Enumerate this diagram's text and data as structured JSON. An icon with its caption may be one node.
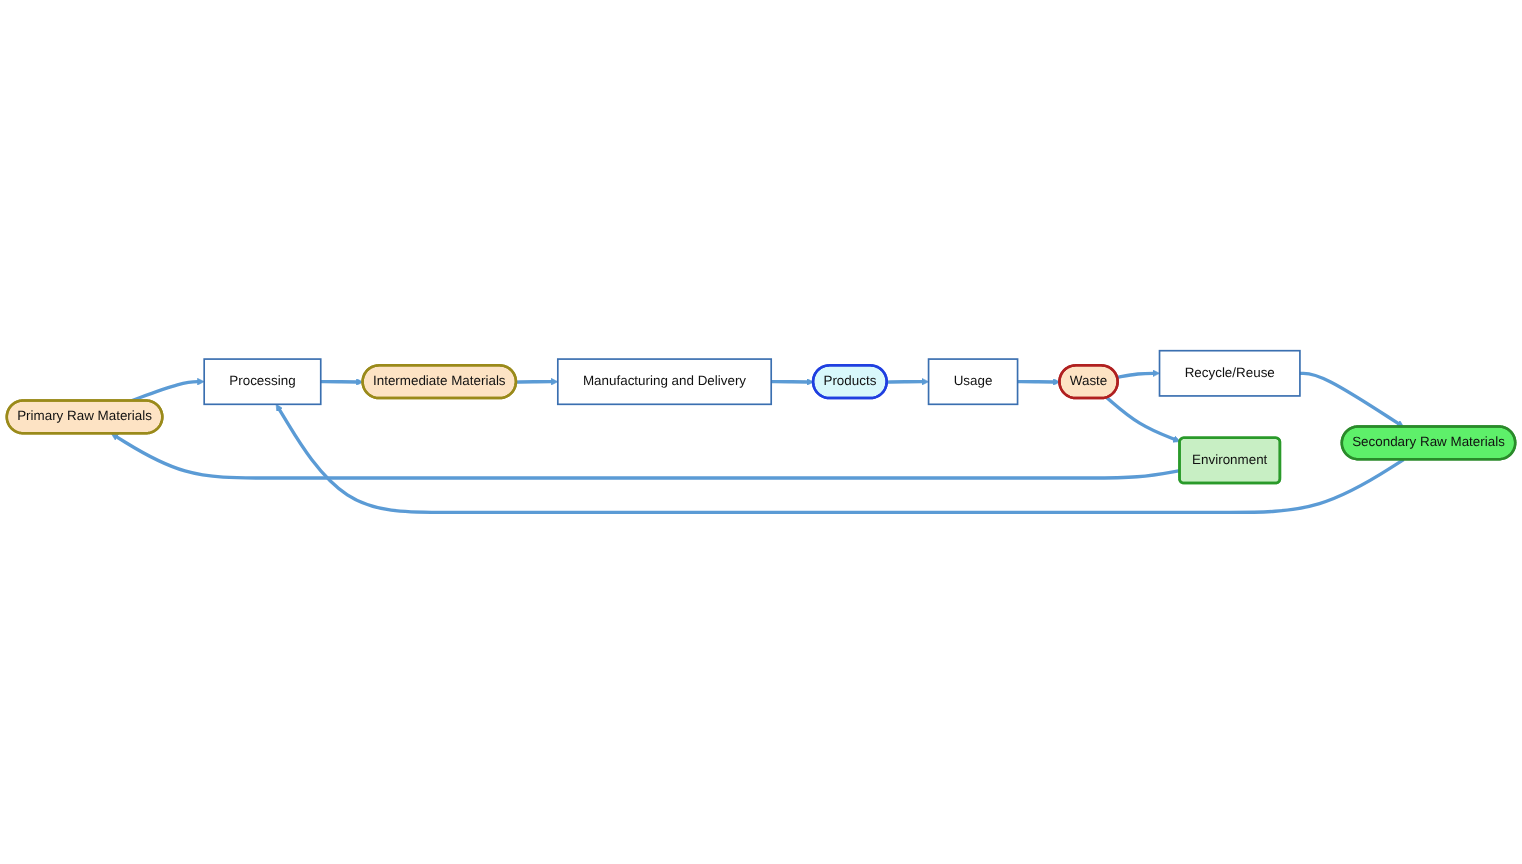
{
  "diagram": {
    "nodes": [
      {
        "text": [
          "Primary Raw Materials"
        ]
      },
      {
        "text": [
          "Processing"
        ]
      },
      {
        "text": [
          "Intermediate Materials"
        ]
      },
      {
        "text": [
          "Manufacturing and Delivery"
        ]
      },
      {
        "text": [
          "Products"
        ]
      },
      {
        "text": [
          "Usage"
        ]
      },
      {
        "text": [
          "Waste"
        ]
      },
      {
        "text": [
          "Recycle/Reuse"
        ]
      },
      {
        "text": [
          "Secondary Raw Materials"
        ]
      },
      {
        "text": [
          "Environment"
        ]
      }
    ],
    "edges": [
      {
        "from": 0,
        "to": 1,
        "arrow": "to"
      },
      {
        "from": 1,
        "to": 2,
        "arrow": "to"
      },
      {
        "from": 2,
        "to": 3,
        "arrow": "to"
      },
      {
        "from": 3,
        "to": 4,
        "arrow": "to"
      },
      {
        "from": 4,
        "to": 5,
        "arrow": "to"
      },
      {
        "from": 5,
        "to": 6,
        "arrow": "to"
      },
      {
        "from": 6,
        "to": 7,
        "arrow": "to"
      },
      {
        "from": 7,
        "to": 8,
        "arrow": "to"
      },
      {
        "from": 8,
        "to": 1,
        "arrow": "to"
      },
      {
        "from": 6,
        "to": 9,
        "arrow": "to"
      },
      {
        "from": 9,
        "to": 0,
        "arrow": "to"
      }
    ]
  }
}
